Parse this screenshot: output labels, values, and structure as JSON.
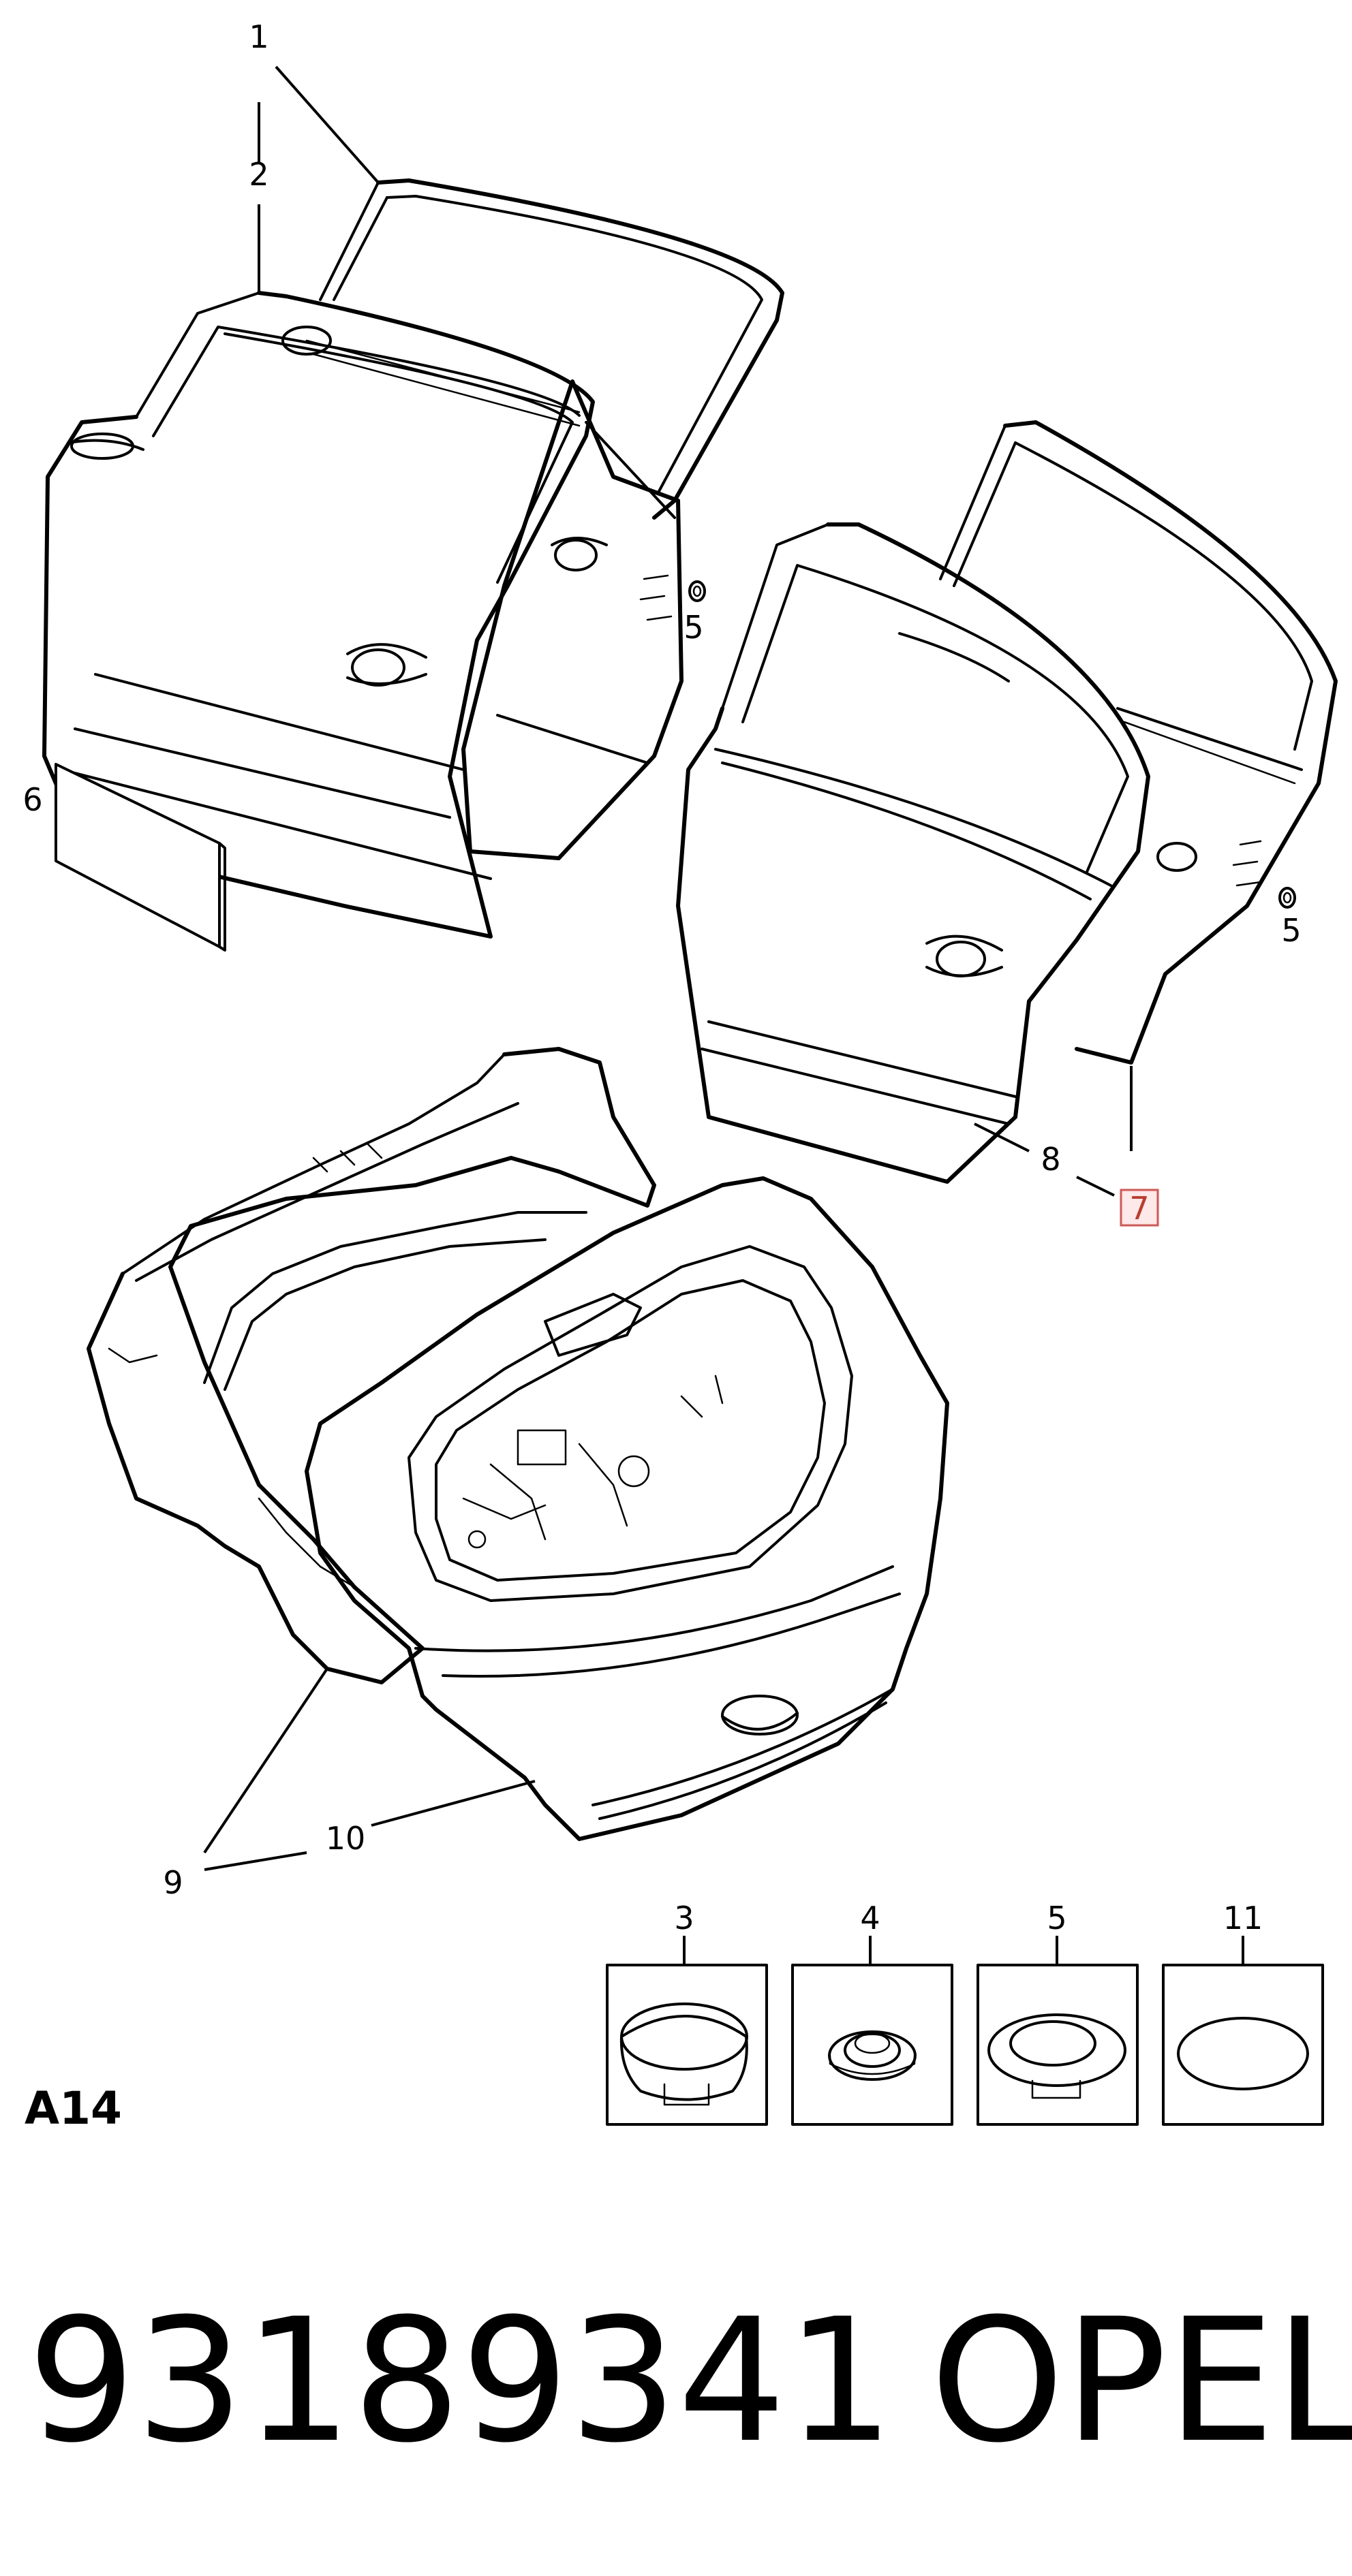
{
  "callouts": {
    "c1": "1",
    "c2": "2",
    "c3": "3",
    "c4": "4",
    "c5_front": "5",
    "c5_rear": "5",
    "c5_box": "5",
    "c6": "6",
    "c7": "7",
    "c8": "8",
    "c9": "9",
    "c10": "10",
    "c11": "11"
  },
  "section_label": "A14",
  "part_number": "93189341",
  "brand": "OPEL",
  "highlight_color": "#d9534f"
}
